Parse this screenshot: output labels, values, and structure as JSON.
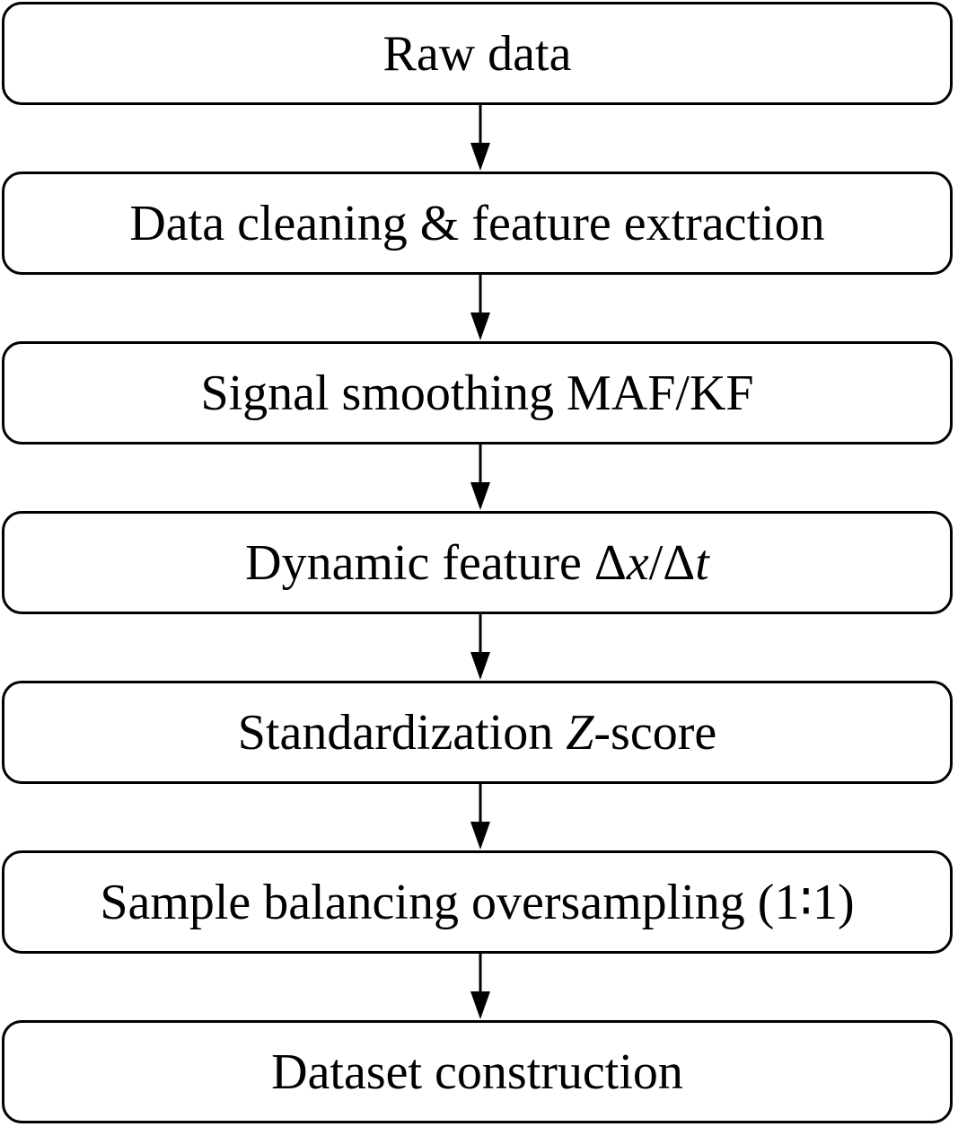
{
  "steps": [
    {
      "id": "raw-data",
      "parts": [
        {
          "text": "Raw data",
          "italic": false
        }
      ]
    },
    {
      "id": "data-cleaning",
      "parts": [
        {
          "text": "Data cleaning & feature extraction",
          "italic": false
        }
      ]
    },
    {
      "id": "signal-smoothing",
      "parts": [
        {
          "text": "Signal smoothing MAF/KF",
          "italic": false
        }
      ]
    },
    {
      "id": "dynamic-feature",
      "parts": [
        {
          "text": "Dynamic feature Δ",
          "italic": false
        },
        {
          "text": "x",
          "italic": true
        },
        {
          "text": "/Δ",
          "italic": false
        },
        {
          "text": "t",
          "italic": true
        }
      ]
    },
    {
      "id": "standardization",
      "parts": [
        {
          "text": "Standardization ",
          "italic": false
        },
        {
          "text": "Z",
          "italic": true
        },
        {
          "text": "-score",
          "italic": false
        }
      ]
    },
    {
      "id": "sample-balancing",
      "parts": [
        {
          "text": "Sample balancing oversampling (1∶1)",
          "italic": false
        }
      ]
    },
    {
      "id": "dataset-construction",
      "parts": [
        {
          "text": "Dataset construction",
          "italic": false
        }
      ]
    }
  ]
}
